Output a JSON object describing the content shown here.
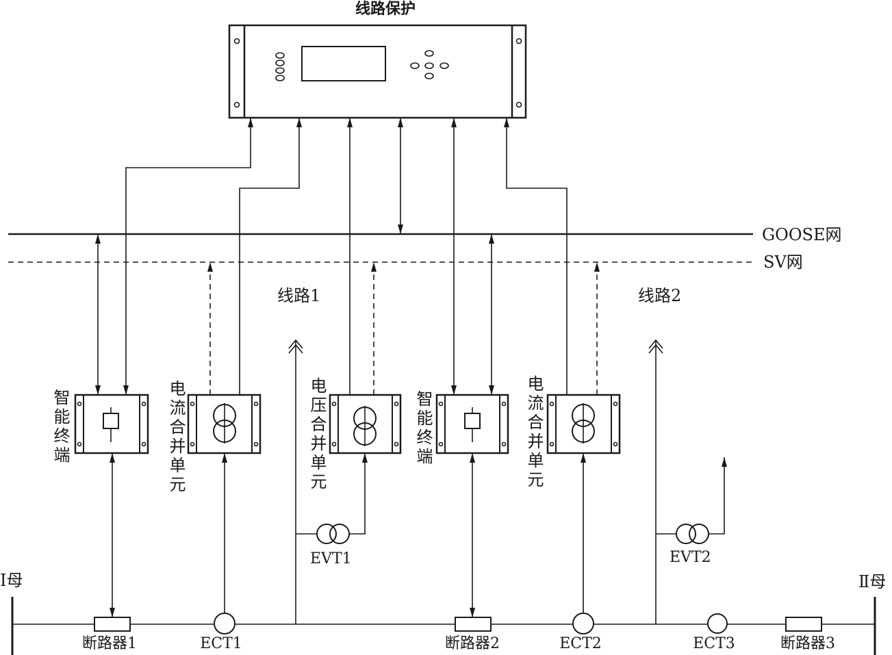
{
  "title": "线路保护",
  "networks": {
    "goose": "GOOSE网",
    "sv": "SV网"
  },
  "feeders": {
    "line1": "线路1",
    "line2": "线路2"
  },
  "units": {
    "smart_terminal_1": "智能终端",
    "current_mu_1": "电流合并单元",
    "voltage_mu": "电压合并单元",
    "smart_terminal_2": "智能终端",
    "current_mu_2": "电流合并单元"
  },
  "transformers": {
    "evt1": "EVT1",
    "evt2": "EVT2",
    "ect1": "ECT1",
    "ect2": "ECT2",
    "ect3": "ECT3"
  },
  "breakers": {
    "b1": "断路器1",
    "b2": "断路器2",
    "b3": "断路器3"
  },
  "buses": {
    "bus1": "Ⅰ母",
    "bus2": "Ⅱ母"
  }
}
